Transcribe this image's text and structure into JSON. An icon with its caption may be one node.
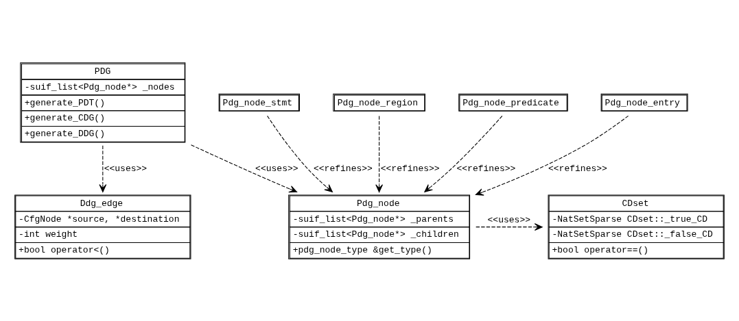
{
  "diagram": {
    "nodes": [
      {
        "text": [
          "PDG",
          "-suif_list<Pdg_node*> _nodes",
          "+generate_PDT()",
          "+generate_CDG()",
          "+generate_DDG()"
        ]
      },
      {
        "text": [
          "Ddg_edge",
          "-CfgNode *source, *destination",
          "-int weight",
          "+bool operator<()"
        ]
      },
      {
        "text": [
          "Pdg_node",
          "-suif_list<Pdg_node*> _parents",
          "-suif_list<Pdg_node*> _children",
          "+pdg_node_type &get_type()"
        ]
      },
      {
        "text": [
          "CDset",
          "-NatSetSparse CDset::_true_CD",
          "-NatSetSparse CDset::_false_CD",
          "+bool operator==()"
        ]
      },
      {
        "text": [
          "Pdg_node_stmt"
        ]
      },
      {
        "text": [
          "Pdg_node_region"
        ]
      },
      {
        "text": [
          "Pdg_node_predicate"
        ]
      },
      {
        "text": [
          "Pdg_node_entry"
        ]
      }
    ],
    "edges": [
      {
        "from": 0,
        "to": 1,
        "arrow": "to",
        "style": "dashed",
        "label": "<<uses>>"
      },
      {
        "from": 0,
        "to": 2,
        "arrow": "to",
        "style": "dashed",
        "label": "<<uses>>"
      },
      {
        "from": 2,
        "to": 3,
        "arrow": "to",
        "style": "dashed",
        "label": "<<uses>>"
      },
      {
        "from": 4,
        "to": 2,
        "arrow": "to",
        "style": "dashed",
        "label": "<<refines>>"
      },
      {
        "from": 5,
        "to": 2,
        "arrow": "to",
        "style": "dashed",
        "label": "<<refines>>"
      },
      {
        "from": 6,
        "to": 2,
        "arrow": "to",
        "style": "dashed",
        "label": "<<refines>>"
      },
      {
        "from": 7,
        "to": 2,
        "arrow": "to",
        "style": "dashed",
        "label": "<<refines>>"
      }
    ]
  }
}
